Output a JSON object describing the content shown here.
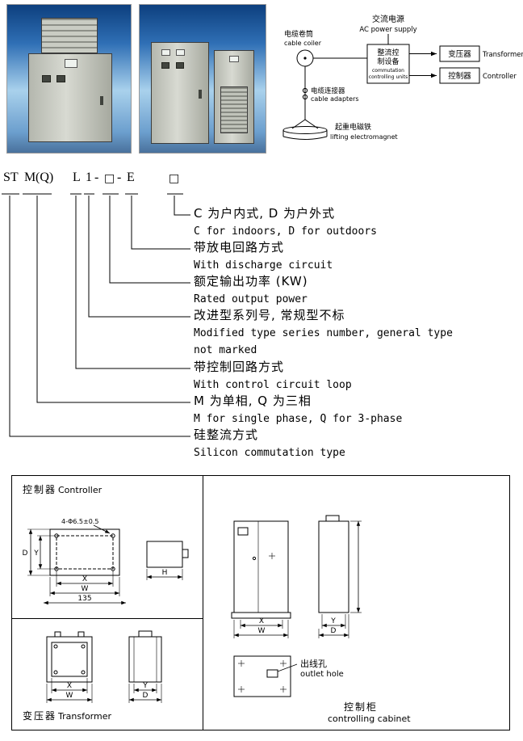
{
  "colors": {
    "photo_background_blue": "#2f6fb5",
    "ink": "#000000",
    "paper": "#ffffff"
  },
  "schematic": {
    "ac_power_cn": "交流电源",
    "ac_power_en": "AC power supply",
    "cable_coiler_cn": "电缆卷筒",
    "cable_coiler_en": "cable coiler",
    "rectifier_box_line1": "整流控",
    "rectifier_box_line2": "制设备",
    "rectifier_box_line3": "commutation",
    "rectifier_box_line4": "controlling units",
    "transformer_box": "变压器",
    "transformer_label": "Transformer",
    "controller_box": "控制器",
    "controller_label": "Controller",
    "cable_adapters_cn": "电缆连接器",
    "cable_adapters_en": "cable adapters",
    "lifting_magnet_cn": "起重电磁铁",
    "lifting_magnet_en": "lifting electromagnet"
  },
  "model_code": {
    "parts": [
      "ST",
      "M",
      "(Q)",
      "L",
      "1",
      "-",
      "□",
      "-",
      "E",
      "□"
    ]
  },
  "designations": [
    {
      "cn": "C 为户内式, D 为户外式",
      "en": "C for indoors, D for outdoors"
    },
    {
      "cn": "带放电回路方式",
      "en": "With discharge circuit"
    },
    {
      "cn": "额定输出功率 (KW)",
      "en": "Rated output power"
    },
    {
      "cn": "改进型系列号, 常规型不标",
      "en": "Modified type series number, general type",
      "en2": "not marked"
    },
    {
      "cn": "带控制回路方式",
      "en": "With control circuit loop"
    },
    {
      "cn": "M 为单相, Q 为三相",
      "en": "M for single phase, Q for 3-phase"
    },
    {
      "cn": "硅整流方式",
      "en": "Silicon commutation type"
    }
  ],
  "drawings": {
    "controller_cn": "控制器",
    "controller_en": "Controller",
    "transformer_cn": "变压器",
    "transformer_en": "Transformer",
    "outlet_hole_cn": "出线孔",
    "outlet_hole_en": "outlet hole",
    "cabinet_cn": "控制柜",
    "cabinet_en": "controlling cabinet",
    "hole_note": "4-Φ6.5±0.5",
    "dim_x": "X",
    "dim_w": "W",
    "dim_y": "Y",
    "dim_d": "D",
    "dim_h": "H",
    "dim_135": "135"
  }
}
